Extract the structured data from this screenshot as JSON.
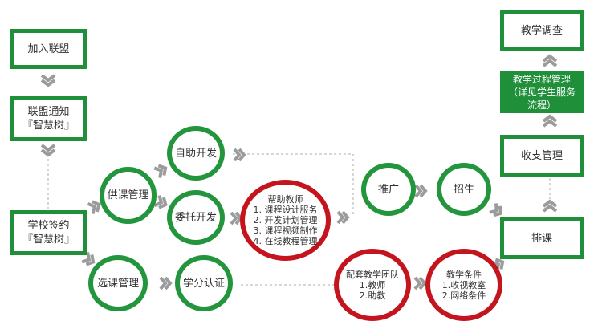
{
  "colors": {
    "green": "#23953d",
    "red": "#c4141d",
    "chevron": "#9b9b9b",
    "dotted": "#c8c8c8"
  },
  "nodes": {
    "join": "加入联盟",
    "notice": "联盟通知\n『智慧树』",
    "sign": "学校签约\n『智慧树』",
    "supply": "供课管理",
    "self_dev": "自助开发",
    "commission": "委托开发",
    "help_teacher": "帮助教师\n1. 课程设计服务\n2. 开发计划管理\n3. 课程视频制作\n4. 在线教程管理",
    "select": "选课管理",
    "credit": "学分认证",
    "team": "配套教学团队\n1.教师\n2.助教",
    "conditions": "教学条件\n1.收视教室\n2.网络条件",
    "promote": "推广",
    "enroll": "招生",
    "schedule": "排课",
    "finance": "收支管理",
    "process": "教学过程管理\n（详见学生服务流程）",
    "survey": "教学调查"
  }
}
